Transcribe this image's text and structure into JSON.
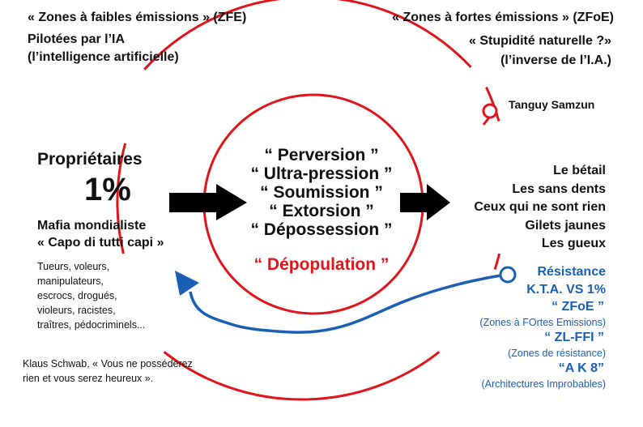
{
  "colors": {
    "ring": "#e0141a",
    "accent_blue": "#1a5fb4",
    "arrow": "#000000"
  },
  "top_left": {
    "zfe": "« Zones à faibles émissions » (ZFE)",
    "line2": "Pilotées par l’IA",
    "line3": "(l’intelligence artificielle)"
  },
  "top_right": {
    "zfoe": "« Zones à fortes émissions » (ZFoE)",
    "line2": "« Stupidité naturelle ?»",
    "line3": "(l’inverse de l’I.A.)"
  },
  "author": "Tanguy Samzun",
  "left": {
    "title": "Propriétaires",
    "percent": "1%",
    "mafia": "Mafia mondialiste",
    "capo": "« Capo di tutti capi »",
    "list": [
      "Tueurs, voleurs,",
      "manipulateurs,",
      "escrocs, drogués,",
      "violeurs, racistes,",
      "traîtres, pédocriminels..."
    ],
    "quote_line1": "Klaus Schwab, « Vous ne posséderez",
    "quote_line2": "rien et vous serez heureux »."
  },
  "center": {
    "words": [
      "“ Perversion ”",
      "“ Ultra-pression ”",
      "“ Soumission ”",
      "“ Extorsion ”",
      "“ Dépossession ”"
    ],
    "depopulation": "“ Dépopulation ”"
  },
  "right": {
    "list": [
      "Le bétail",
      "Les sans dents",
      "Ceux qui ne sont rien",
      "Gilets jaunes",
      "Les gueux"
    ]
  },
  "resistance": {
    "title": "Résistance",
    "kta": "K.T.A. VS 1%",
    "zfoe": "“ ZFoE ”",
    "zfoe_desc": "(Zones à FOrtes Emissions)",
    "zlffi": "“ ZL-FFI ”",
    "zlffi_desc": "(Zones de résistance)",
    "ak8": "“A K 8”",
    "ak8_desc": "(Architectures Improbables)"
  }
}
